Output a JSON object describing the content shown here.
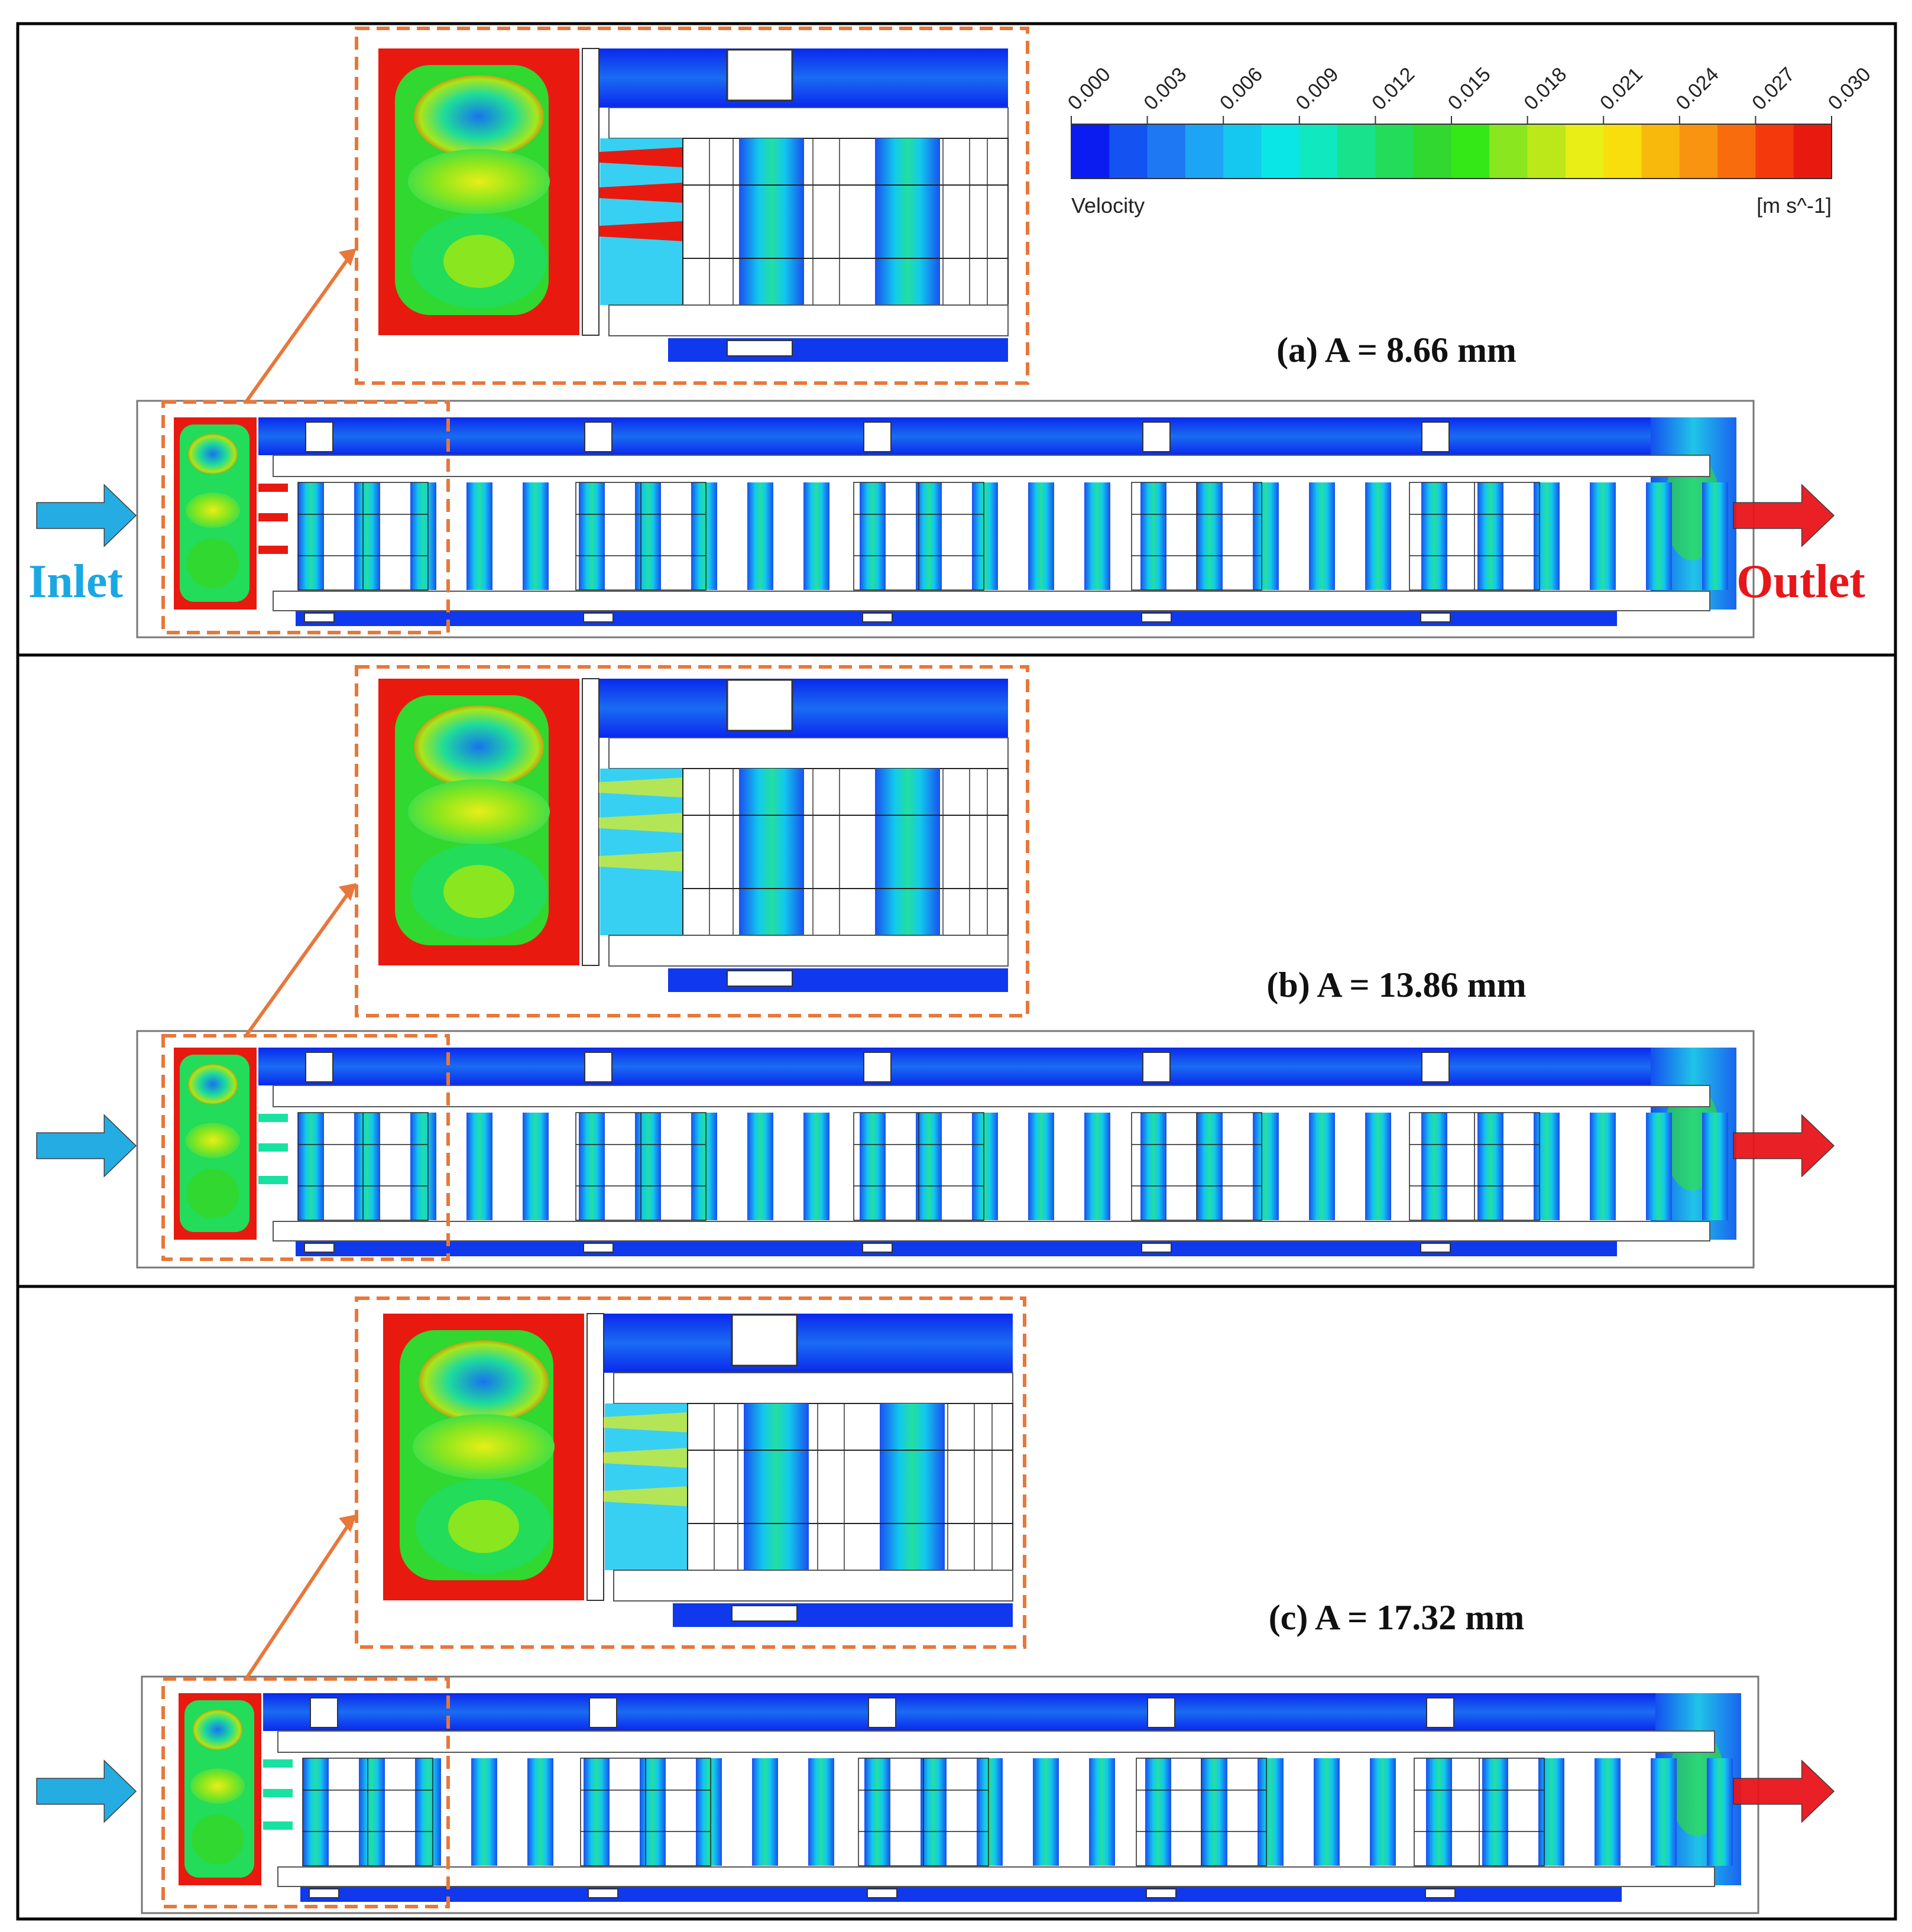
{
  "colorbar": {
    "ticks": [
      "0.000",
      "0.003",
      "0.006",
      "0.009",
      "0.012",
      "0.015",
      "0.018",
      "0.021",
      "0.024",
      "0.027",
      "0.030"
    ],
    "label": "Velocity",
    "unit": "[m s^-1]",
    "colors": [
      "#0a1cf0",
      "#1452f2",
      "#1e78f4",
      "#1ea4f4",
      "#14c8f0",
      "#0ae6e6",
      "#10e8c0",
      "#18e28c",
      "#22dc5a",
      "#30d830",
      "#34e818",
      "#8ae61e",
      "#bce81a",
      "#e8ee16",
      "#f8de0c",
      "#f8b80c",
      "#f89410",
      "#f86c0e",
      "#f43a0c",
      "#e81a10"
    ]
  },
  "panels": [
    {
      "label": "(a) A = 8.66 mm"
    },
    {
      "label": "(b) A = 13.86 mm"
    },
    {
      "label": "(c) A = 17.32 mm"
    }
  ],
  "inlet_label": "Inlet",
  "outlet_label": "Outlet",
  "colors": {
    "inlet": "#19a8e2",
    "outlet": "#e8161b",
    "callout": "#e8773a"
  }
}
